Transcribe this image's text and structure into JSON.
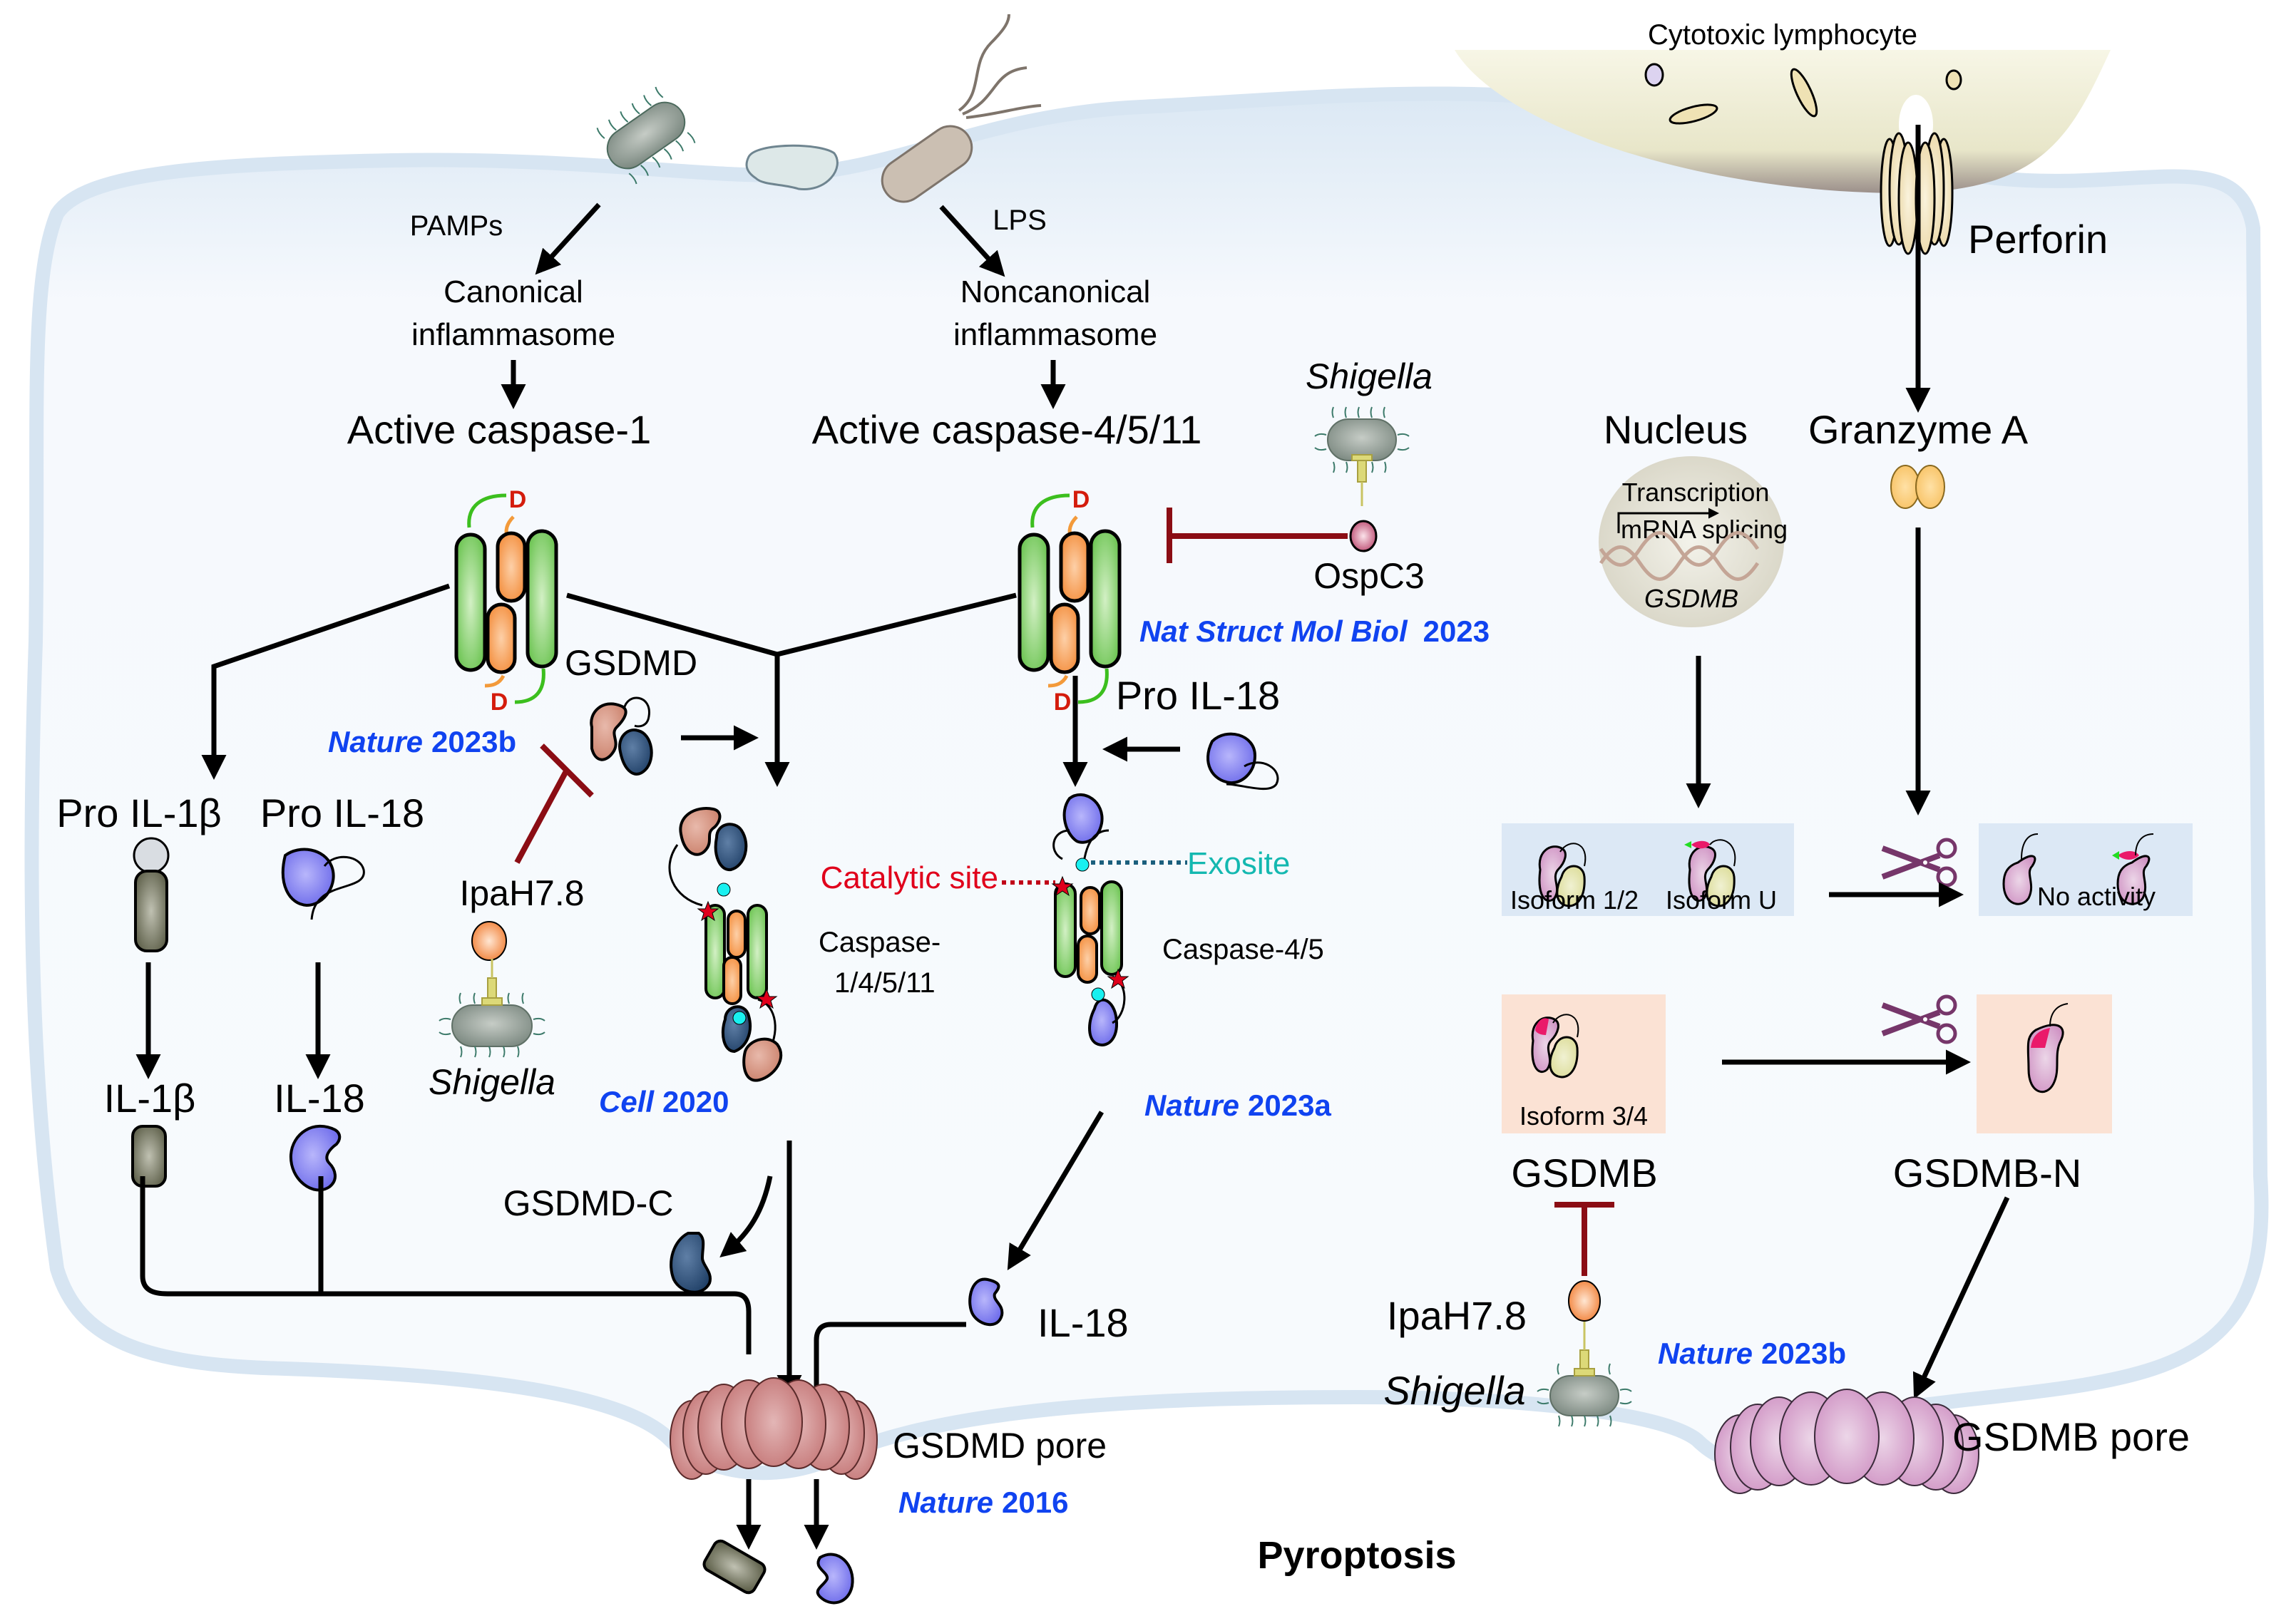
{
  "title": "Pyroptosis",
  "colors": {
    "cell_background": "#e6f0f9",
    "lymphocyte": "#efeed6",
    "reference_blue": "#1043f0",
    "inhibition_red": "#8b0d14",
    "catalytic_site": "#e0001b",
    "exosite": "#14b8b0",
    "caspase_green": "#8fd47a",
    "caspase_orange": "#f9a55e",
    "gsdmd_n": "#d99a88",
    "gsdmd_c": "#2f4f78",
    "il18": "#7f7cf0",
    "il1b": "#7c7e68",
    "gsdmb_n": "#e3bfdc",
    "gsdmb_c": "#e5e6b6",
    "ipah_orange": "#f79a52",
    "ospc3_pink": "#c9587a",
    "scissors": "#76366a",
    "isoform_box_blue": "#dce8f5",
    "isoform_box_peach": "#fbe2d4"
  },
  "left": {
    "pamps": "PAMPs",
    "lps": "LPS",
    "canonical_line1": "Canonical",
    "canonical_line2": "inflammasome",
    "noncanonical_line1": "Noncanonical",
    "noncanonical_line2": "inflammasome",
    "active_casp1": "Active caspase-1",
    "active_casp4511": "Active caspase-4/5/11",
    "gsdmd": "GSDMD",
    "pro_il1b": "Pro IL-1β",
    "pro_il18": "Pro IL-18",
    "pro_il18_right": "Pro IL-18",
    "ipah78": "IpaH7.8",
    "shigella": "Shigella",
    "shigella_top": "Shigella",
    "ospc3": "OspC3",
    "catalytic_site": "Catalytic site",
    "exosite": "Exosite",
    "caspase_multi_line1": "Caspase-",
    "caspase_multi_line2": "1/4/5/11",
    "caspase_45": "Caspase-4/5",
    "il1b": "IL-1β",
    "il18": "IL-18",
    "il18_released": "IL-18",
    "gsdmd_c": "GSDMD-C",
    "gsdmd_pore": "GSDMD pore",
    "d_label": "D"
  },
  "references": {
    "nature_2023b_left": {
      "journal": "Nature",
      "year": "2023b"
    },
    "cell_2020": {
      "journal": "Cell",
      "year": "2020"
    },
    "nsmb_2023": {
      "journal": "Nat Struct Mol Biol",
      "year": "2023"
    },
    "nature_2023a": {
      "journal": "Nature",
      "year": "2023a"
    },
    "nature_2016": {
      "journal": "Nature",
      "year": "2016"
    },
    "nature_2023b_right": {
      "journal": "Nature",
      "year": "2023b"
    }
  },
  "right": {
    "cytotoxic_lymphocyte": "Cytotoxic lymphocyte",
    "perforin": "Perforin",
    "nucleus": "Nucleus",
    "granzyme_a": "Granzyme A",
    "transcription": "Transcription",
    "mrna_splicing": "mRNA splicing",
    "gsdmb_gene": "GSDMB",
    "isoform_12": "Isoform 1/2",
    "isoform_u": "Isoform U",
    "no_activity": "No activity",
    "isoform_34": "Isoform 3/4",
    "gsdmb": "GSDMB",
    "gsdmb_n": "GSDMB-N",
    "ipah78": "IpaH7.8",
    "shigella": "Shigella",
    "gsdmb_pore": "GSDMB pore"
  },
  "footer": {
    "pyroptosis": "Pyroptosis"
  }
}
